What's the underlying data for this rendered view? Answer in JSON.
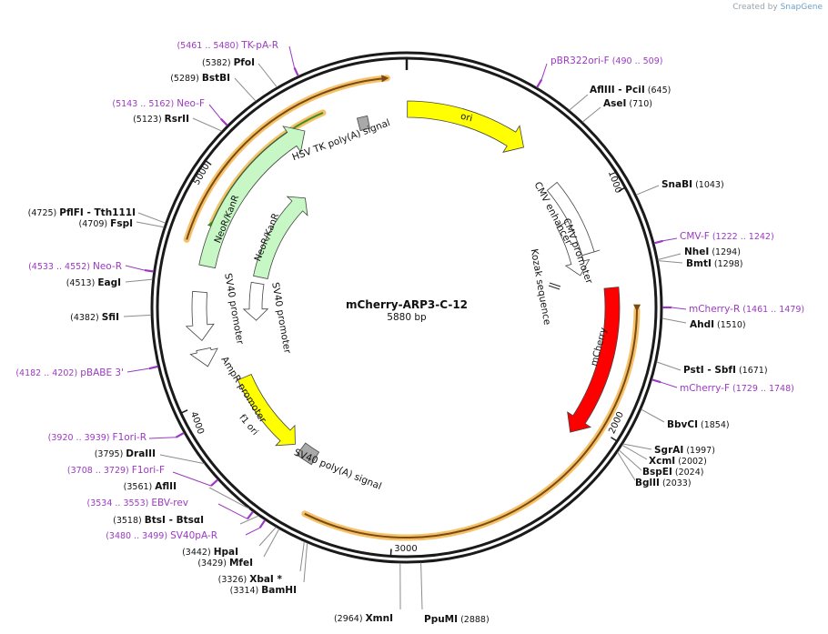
{
  "watermark": {
    "prefix": "Created by",
    "brand": "SnapGene"
  },
  "plasmid": {
    "name": "mCherry-ARP3-C-12",
    "length_text": "5880 bp"
  },
  "ticks": [
    "1000",
    "2000",
    "3000",
    "4000",
    "5000"
  ],
  "sites": [
    {
      "id": "afliii",
      "name": "AflIII",
      "name2": "PciI",
      "pos": "(645)"
    },
    {
      "id": "asei",
      "name": "AseI",
      "pos": "(710)"
    },
    {
      "id": "snabi",
      "name": "SnaBI",
      "pos": "(1043)"
    },
    {
      "id": "nhei",
      "name": "NheI",
      "pos": "(1294)"
    },
    {
      "id": "bmti",
      "name": "BmtI",
      "pos": "(1298)"
    },
    {
      "id": "ahdi",
      "name": "AhdI",
      "pos": "(1510)"
    },
    {
      "id": "psti",
      "name": "PstI",
      "name2": "SbfI",
      "pos": "(1671)"
    },
    {
      "id": "bbvci",
      "name": "BbvCI",
      "pos": "(1854)"
    },
    {
      "id": "sgrai",
      "name": "SgrAI",
      "pos": "(1997)"
    },
    {
      "id": "xcmi",
      "name": "XcmI",
      "pos": "(2002)"
    },
    {
      "id": "bspei",
      "name": "BspEI",
      "pos": "(2024)"
    },
    {
      "id": "bglii",
      "name": "BglII",
      "pos": "(2033)"
    },
    {
      "id": "ppumi",
      "name": "PpuMI",
      "pos": "(2888)"
    },
    {
      "id": "xmni",
      "name": "XmnI",
      "pos": "(2964)"
    },
    {
      "id": "bamhi",
      "name": "BamHI",
      "pos": "(3314)"
    },
    {
      "id": "xbai",
      "name": "XbaI",
      "star": "*",
      "pos": "(3326)"
    },
    {
      "id": "mfei",
      "name": "MfeI",
      "pos": "(3429)"
    },
    {
      "id": "hpai",
      "name": "HpaI",
      "pos": "(3442)"
    },
    {
      "id": "btsi",
      "name": "BtsI",
      "name2": "BtsαI",
      "pos": "(3518)"
    },
    {
      "id": "aflii",
      "name": "AflII",
      "pos": "(3561)"
    },
    {
      "id": "draiii",
      "name": "DraIII",
      "pos": "(3795)"
    },
    {
      "id": "sfii",
      "name": "SfiI",
      "pos": "(4382)"
    },
    {
      "id": "eagi",
      "name": "EagI",
      "pos": "(4513)"
    },
    {
      "id": "fspi",
      "name": "FspI",
      "pos": "(4709)"
    },
    {
      "id": "plfi",
      "name": "PflFI",
      "name2": "Tth111I",
      "pos": "(4725)"
    },
    {
      "id": "rsrii",
      "name": "RsrII",
      "pos": "(5123)"
    },
    {
      "id": "bstbi",
      "name": "BstBI",
      "pos": "(5289)"
    },
    {
      "id": "pfoi",
      "name": "PfoI",
      "pos": "(5382)"
    }
  ],
  "primers": [
    {
      "id": "pbr322ori-f",
      "name": "pBR322ori-F",
      "range": "(490 .. 509)"
    },
    {
      "id": "cmv-f",
      "name": "CMV-F",
      "range": "(1222 .. 1242)"
    },
    {
      "id": "mcherry-r",
      "name": "mCherry-R",
      "range": "(1461 .. 1479)"
    },
    {
      "id": "mcherry-f",
      "name": "mCherry-F",
      "range": "(1729 .. 1748)"
    },
    {
      "id": "tk-pa-r",
      "name": "TK-pA-R",
      "range": "(5461 .. 5480)"
    },
    {
      "id": "neo-f",
      "name": "Neo-F",
      "range": "(5143 .. 5162)"
    },
    {
      "id": "neo-r",
      "name": "Neo-R",
      "range": "(4533 .. 4552)"
    },
    {
      "id": "pbabe-3",
      "name": "pBABE 3'",
      "range": "(4182 .. 4202)"
    },
    {
      "id": "f1ori-r",
      "name": "F1ori-R",
      "range": "(3920 .. 3939)"
    },
    {
      "id": "f1ori-f",
      "name": "F1ori-F",
      "range": "(3708 .. 3729)"
    },
    {
      "id": "ebv-rev",
      "name": "EBV-rev",
      "range": "(3534 .. 3553)"
    },
    {
      "id": "sv40pa-r",
      "name": "SV40pA-R",
      "range": "(3480 .. 3499)"
    }
  ],
  "features": {
    "ori": "ori",
    "cmv_enhancer": "CMV enhancer",
    "cmv_promoter": "CMV promoter",
    "kozak": "Kozak sequence",
    "mcherry": "mCherry",
    "sv40_polya": "SV40 poly(A) signal",
    "f1_ori": "f1 ori",
    "ampr_promoter": "AmpR promoter",
    "sv40_promoter_outer": "SV40 promoter",
    "sv40_promoter_inner": "SV40 promoter",
    "neor_outer": "NeoR/KanR",
    "neor_inner": "NeoR/KanR",
    "hsv_tk": "HSV TK poly(A) signal"
  },
  "colors": {
    "ori": "#ffff00",
    "mcherry": "#ff0000",
    "neor": "#c6f7c4",
    "promoter": "#ffffff",
    "polya": "#a9a9a9",
    "primer": "#9b3ac0",
    "orf_orange": "#f5c26b",
    "orf_brown": "#7a4a10",
    "orf_green": "#3f8f1f"
  }
}
